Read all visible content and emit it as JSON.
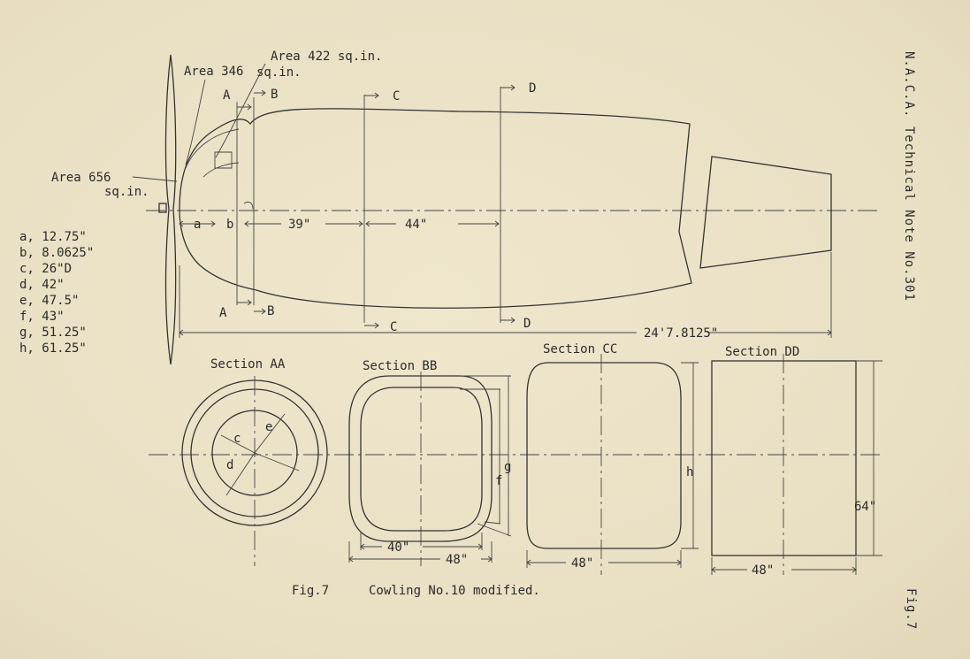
{
  "header": {
    "series": "N.A.C.A. Technical Note No.301",
    "fig_tag": "Fig.7"
  },
  "caption": {
    "fig": "Fig.7",
    "title": "Cowling No.10 modified."
  },
  "side_view": {
    "areas": {
      "a422_line1": "Area 422 sq.in.",
      "a346_line1": "Area 346",
      "a346_line2": "sq.in.",
      "a656_line1": "Area 656",
      "a656_line2": "sq.in."
    },
    "section_marks": {
      "A": "A",
      "B": "B",
      "C": "C",
      "D": "D"
    },
    "dimensions": {
      "a": "a",
      "b": "b",
      "d39": "39\"",
      "d44": "44\"",
      "overall": "24'7.8125\""
    }
  },
  "legend": [
    "a, 12.75\"",
    "b, 8.0625\"",
    "c, 26\"D",
    "d, 42\"",
    "e, 47.5\"",
    "f, 43\"",
    "g, 51.25\"",
    "h, 61.25\""
  ],
  "sections": {
    "aa": {
      "title": "Section AA",
      "c": "c",
      "d": "d",
      "e": "e"
    },
    "bb": {
      "title": "Section BB",
      "f": "f",
      "g": "g",
      "w40": "40\"",
      "w48": "48\""
    },
    "cc": {
      "title": "Section CC",
      "h": "h",
      "w48": "48\""
    },
    "dd": {
      "title": "Section DD",
      "h64": "64\"",
      "w48": "48\""
    }
  },
  "colors": {
    "paper": "#ece2c7",
    "ink": "#2a2a2a"
  }
}
